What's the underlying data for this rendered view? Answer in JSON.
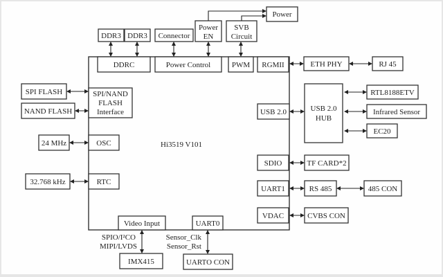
{
  "diagram": {
    "soc_label": "Hi3519 V101",
    "top": {
      "ddr3_a": "DDR3",
      "ddr3_b": "DDR3",
      "connector": "Connector",
      "power_en": [
        "Power",
        "EN"
      ],
      "svb": [
        "SVB",
        "Circuit"
      ],
      "power": "Power"
    },
    "internal": {
      "ddrc": "DDRC",
      "power_control": "Power  Control",
      "pwm": "PWM",
      "rgmii": "RGMII",
      "spi_nand": [
        "SPI/NAND",
        "FLASH",
        "Interface"
      ],
      "osc": "OSC",
      "rtc": "RTC",
      "usb": "USB  2.0",
      "sdio": "SDIO",
      "uart1": "UART1",
      "vdac": "VDAC",
      "video_input": "Video  Input",
      "uart0": "UART0"
    },
    "left": {
      "spi_flash": "SPI  FLASH",
      "nand_flash": "NAND  FLASH",
      "xtal_24": "24  MHz",
      "xtal_32": "32.768  kHz"
    },
    "right": {
      "eth_phy": "ETH  PHY",
      "rj45": "RJ  45",
      "usb_hub": [
        "USB  2.0",
        "HUB"
      ],
      "rtl": "RTL8188ETV",
      "infrared": "Infrared  Sensor",
      "ec20": "EC20",
      "tf_card": "TF  CARD*2",
      "rs485": "RS  485",
      "con485": "485  CON",
      "cvbs": "CVBS  CON"
    },
    "bottom": {
      "imx415": "IMX415",
      "uart0_con": "UARTO  CON",
      "video_bus": [
        "SPIO/I²CO",
        "MIPI/LVDS"
      ],
      "sensor_sig": [
        "Sensor_Clk",
        "Sensor_Rst"
      ]
    }
  }
}
